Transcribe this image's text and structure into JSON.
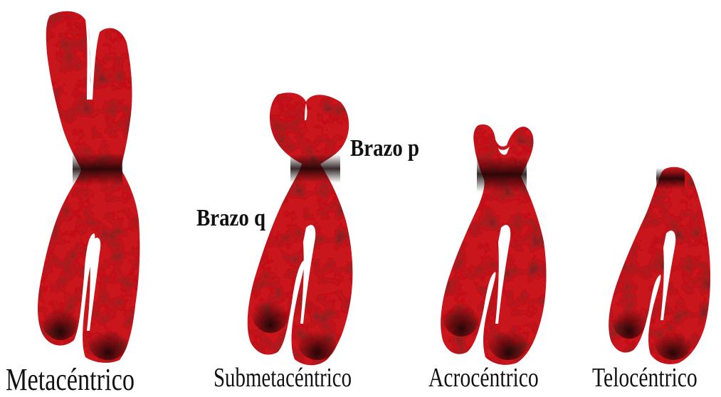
{
  "colors": {
    "chromosome_fill": "#c8141a",
    "chromosome_shadow": "#1a0707",
    "chromosome_highlight": "#e8322f",
    "background": "#ffffff",
    "text": "#111111"
  },
  "arm_labels": {
    "p_arm": "Brazo p",
    "q_arm": "Brazo q"
  },
  "chromosomes": [
    {
      "type": "metacentric",
      "label": "Metacéntrico"
    },
    {
      "type": "submetacentric",
      "label": "Submetacéntrico"
    },
    {
      "type": "acrocentric",
      "label": "Acrocéntrico"
    },
    {
      "type": "telocentric",
      "label": "Telocéntrico"
    }
  ]
}
